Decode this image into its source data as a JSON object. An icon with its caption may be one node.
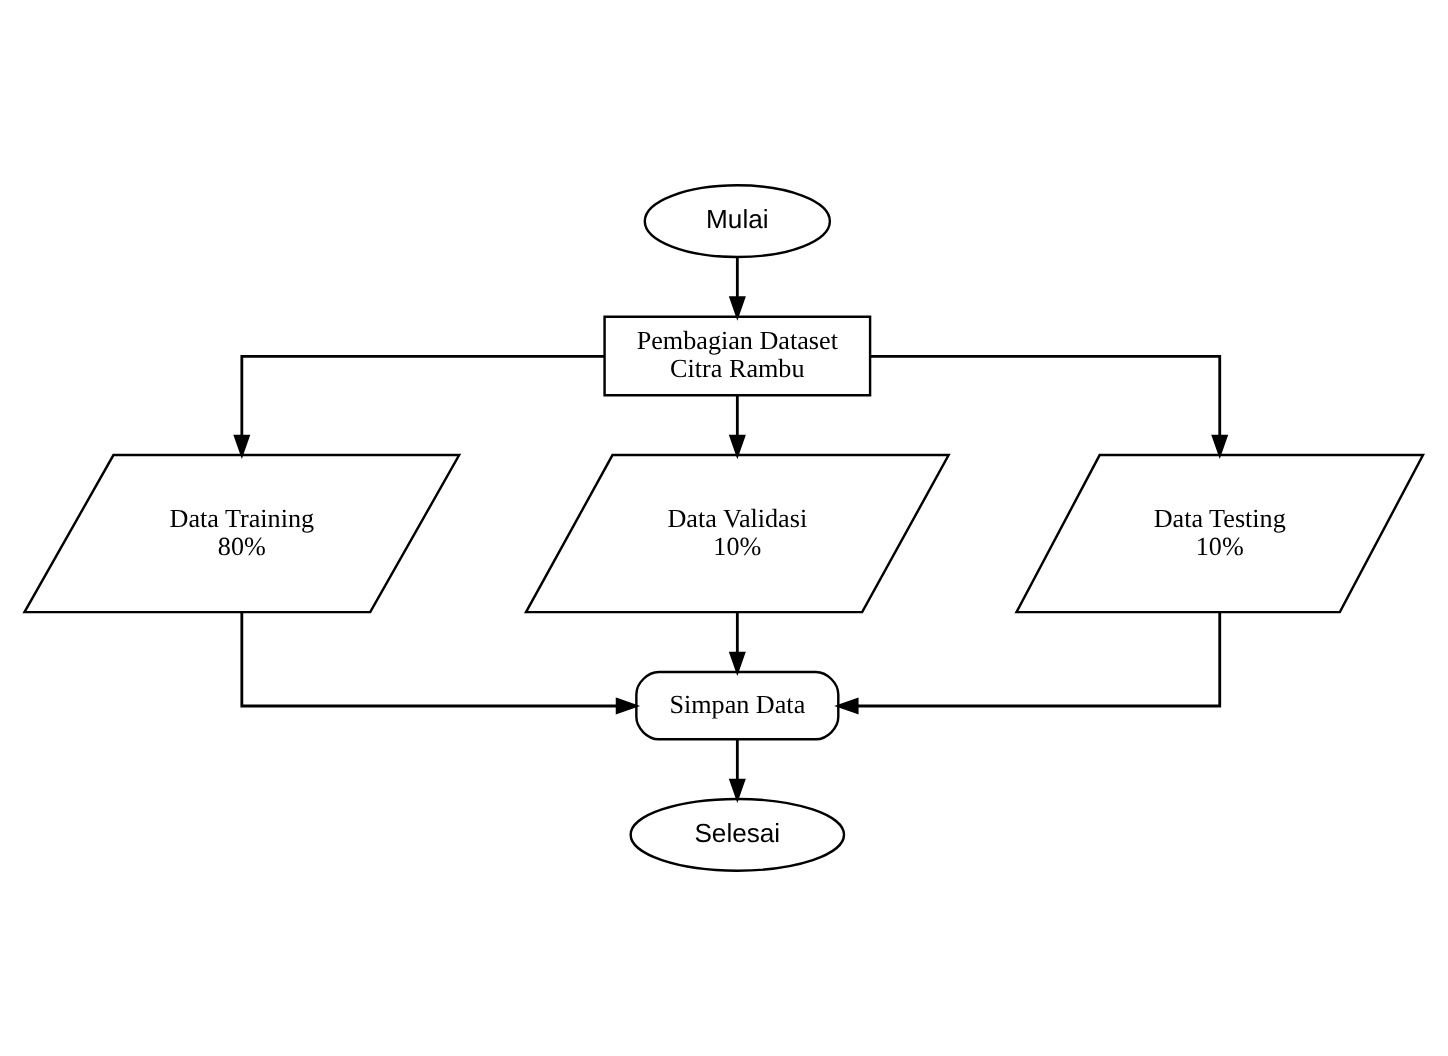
{
  "diagram": {
    "nodes": [
      {
        "text": [
          "Mulai"
        ]
      },
      {
        "text": [
          "Pembagian Dataset Citra Rambu"
        ]
      },
      {
        "text": [
          "Data Training 80%"
        ]
      },
      {
        "text": [
          "Data Validasi 10%"
        ]
      },
      {
        "text": [
          "Data Testing 10%"
        ]
      },
      {
        "text": [
          "Simpan Data"
        ]
      },
      {
        "text": [
          "Selesai"
        ]
      }
    ],
    "edges": [
      {
        "from": 0,
        "to": 1,
        "arrow": "to"
      },
      {
        "from": 1,
        "to": 2,
        "arrow": "to"
      },
      {
        "from": 1,
        "to": 3,
        "arrow": "to"
      },
      {
        "from": 1,
        "to": 4,
        "arrow": "to"
      },
      {
        "from": 2,
        "to": 5,
        "arrow": "to"
      },
      {
        "from": 3,
        "to": 5,
        "arrow": "to"
      },
      {
        "from": 4,
        "to": 5,
        "arrow": "to"
      },
      {
        "from": 5,
        "to": 6,
        "arrow": "to"
      }
    ]
  }
}
